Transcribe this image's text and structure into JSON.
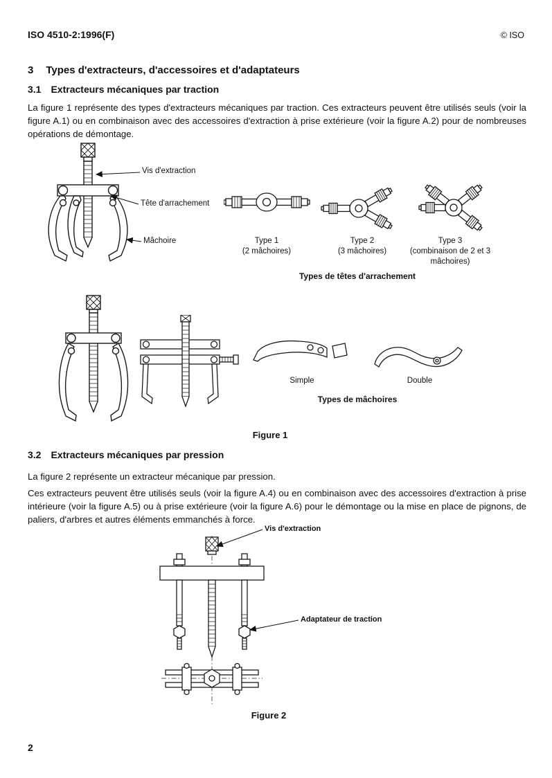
{
  "header": {
    "doc_ref": "ISO 4510-2:1996(F)",
    "copyright": "© ISO"
  },
  "sections": {
    "s3": {
      "number": "3",
      "title": "Types d'extracteurs, d'accessoires et d'adaptateurs"
    },
    "s31": {
      "number": "3.1",
      "title": "Extracteurs mécaniques par traction",
      "paragraph": "La figure 1 représente des types d'extracteurs mécaniques par traction. Ces extracteurs peuvent être utilisés seuls (voir la figure A.1) ou en combinaison avec des accessoires d'extraction à prise extérieure (voir la figure A.2) pour de nombreuses opérations de démontage."
    },
    "s32": {
      "number": "3.2",
      "title": "Extracteurs mécaniques par pression",
      "paragraph1": "La figure 2 représente un extracteur mécanique par pression.",
      "paragraph2": "Ces extracteurs peuvent être utilisés seuls (voir la figure A.4) ou en combinaison avec des accessoires d'extraction à prise intérieure (voir la figure A.5) ou à prise extérieure (voir la figure A.6) pour le démontage ou la mise en place de pignons, de paliers, d'arbres et autres éléments emmanchés à force."
    }
  },
  "figure1": {
    "callouts": {
      "vis": "Vis d'extraction",
      "tete": "Tête d'arrachement",
      "machoire": "Mâchoire"
    },
    "head_types": [
      {
        "name": "Type 1",
        "sub": "(2 mâchoires)"
      },
      {
        "name": "Type 2",
        "sub": "(3 mâchoires)"
      },
      {
        "name": "Type 3",
        "sub": "(combinaison de 2 et 3 mâchoires)"
      }
    ],
    "heads_caption": "Types de têtes d'arrachement",
    "jaw_types": [
      {
        "name": "Simple"
      },
      {
        "name": "Double"
      }
    ],
    "jaws_caption": "Types de mâchoires",
    "caption": "Figure 1"
  },
  "figure2": {
    "callouts": {
      "vis": "Vis d'extraction",
      "adaptateur": "Adaptateur de traction"
    },
    "caption": "Figure 2"
  },
  "footer": {
    "page_number": "2"
  }
}
